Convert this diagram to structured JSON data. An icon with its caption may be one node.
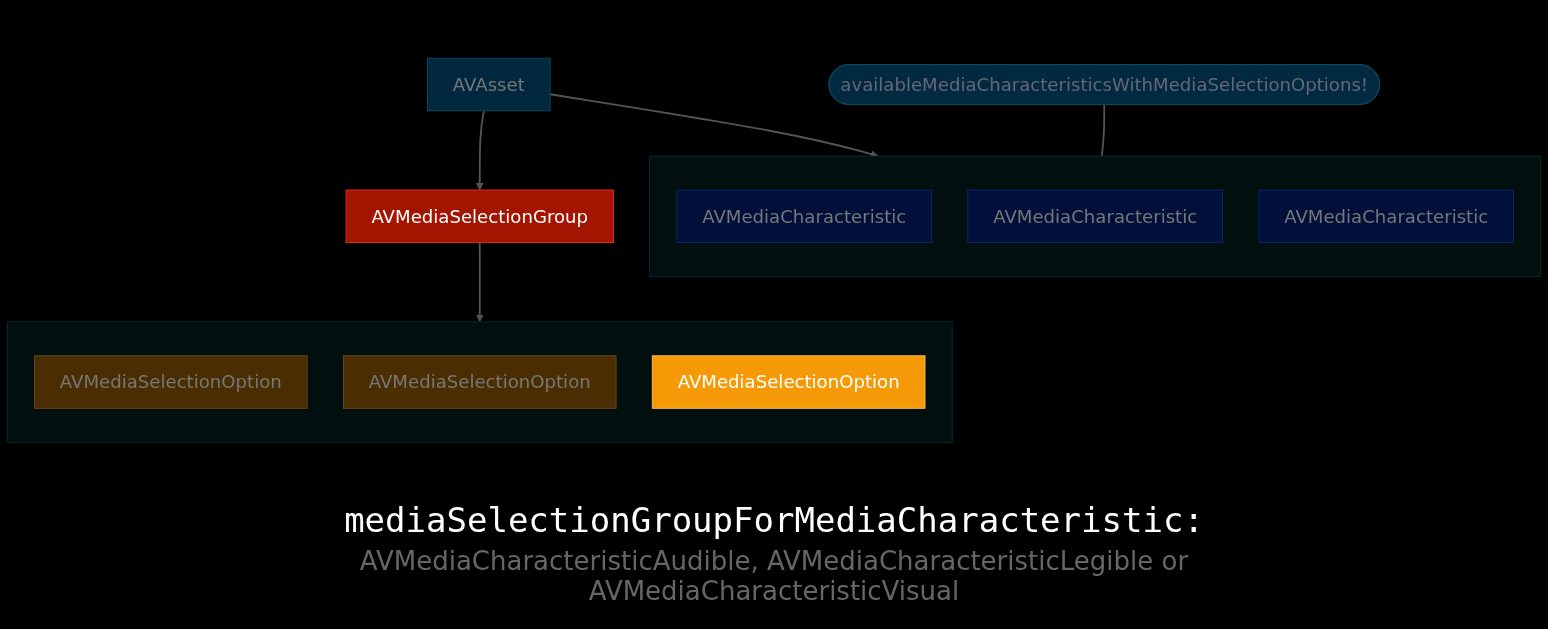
{
  "diagram": {
    "nodes": [
      {
        "text": [
          "AVAsset"
        ]
      },
      {
        "text": [],
        "shape": "box"
      },
      {
        "text": [
          "AVMediaCharacteristic"
        ],
        "in": 1
      },
      {
        "text": [
          "AVMediaCharacteristic"
        ],
        "in": 1
      },
      {
        "text": [
          "AVMediaCharacteristic"
        ],
        "in": 1
      },
      {
        "text": [
          "availableMediaCharacteristicsWithMediaSelectionOptions!"
        ]
      },
      {
        "text": [
          "AVMediaSelectionGroup"
        ]
      },
      {
        "text": [],
        "shape": "box"
      },
      {
        "text": [
          "AVMediaSelectionOption"
        ],
        "in": 7
      },
      {
        "text": [
          "AVMediaSelectionOption"
        ],
        "in": 7
      },
      {
        "text": [
          "AVMediaSelectionOption"
        ],
        "in": 7
      }
    ],
    "edges": [
      {
        "from": 0,
        "to": 1,
        "arrow": "to"
      },
      {
        "from": 0,
        "to": 6,
        "arrow": "to"
      },
      {
        "from": 5,
        "to": 1,
        "arrow": "none"
      },
      {
        "from": 6,
        "to": 7,
        "arrow": "to"
      }
    ],
    "labels": [
      "mediaSelectionGroupForMediaCharacteristic:",
      "AVMediaCharacteristicAudible, AVMediaCharacteristicLegible or AVMediaCharacteristicVisual"
    ]
  }
}
